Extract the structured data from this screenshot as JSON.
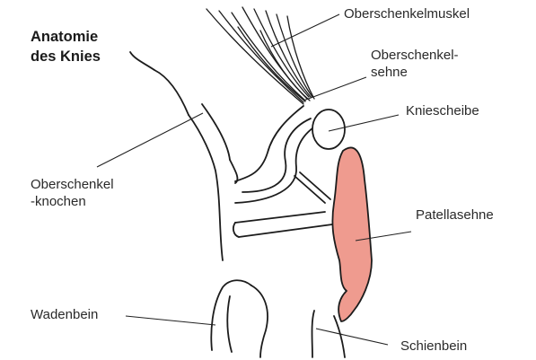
{
  "title": {
    "line1": "Anatomie",
    "line2": "des Knies"
  },
  "labels": {
    "oberschenkelmuskel": "Oberschenkelmuskel",
    "oberschenkelsehne_line1": "Oberschenkel-",
    "oberschenkelsehne_line2": "sehne",
    "kniescheibe": "Kniescheibe",
    "oberschenkelknochen_line1": "Oberschenkel",
    "oberschenkelknochen_line2": "-knochen",
    "patellasehne": "Patellasehne",
    "wadenbein": "Wadenbein",
    "schienbein": "Schienbein"
  },
  "colors": {
    "patellar_tendon_fill": "#ef9b8f",
    "outline": "#1c1c1c",
    "leader_line": "#222222"
  }
}
